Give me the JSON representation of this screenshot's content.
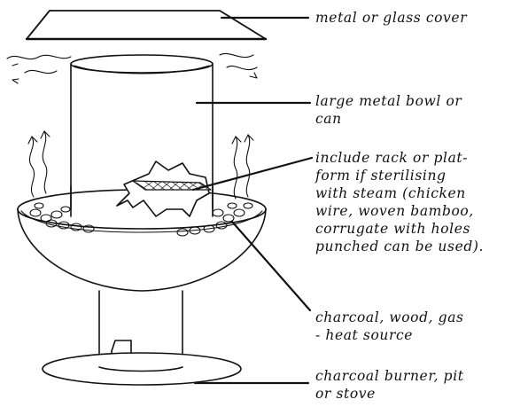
{
  "diagram": {
    "labels": {
      "cover": [
        "metal or glass cover"
      ],
      "bowl": [
        "large metal bowl or",
        "can"
      ],
      "rack": [
        "include rack or plat-",
        "form if sterilising",
        "with steam (chicken",
        "wire, woven bamboo,",
        "corrugate with holes",
        "punched can be used)."
      ],
      "heat": [
        "charcoal, wood, gas",
        "- heat source"
      ],
      "burner": [
        "charcoal burner, pit",
        "or stove"
      ]
    },
    "colors": {
      "ink": "#111111",
      "paper": "#ffffff"
    }
  }
}
